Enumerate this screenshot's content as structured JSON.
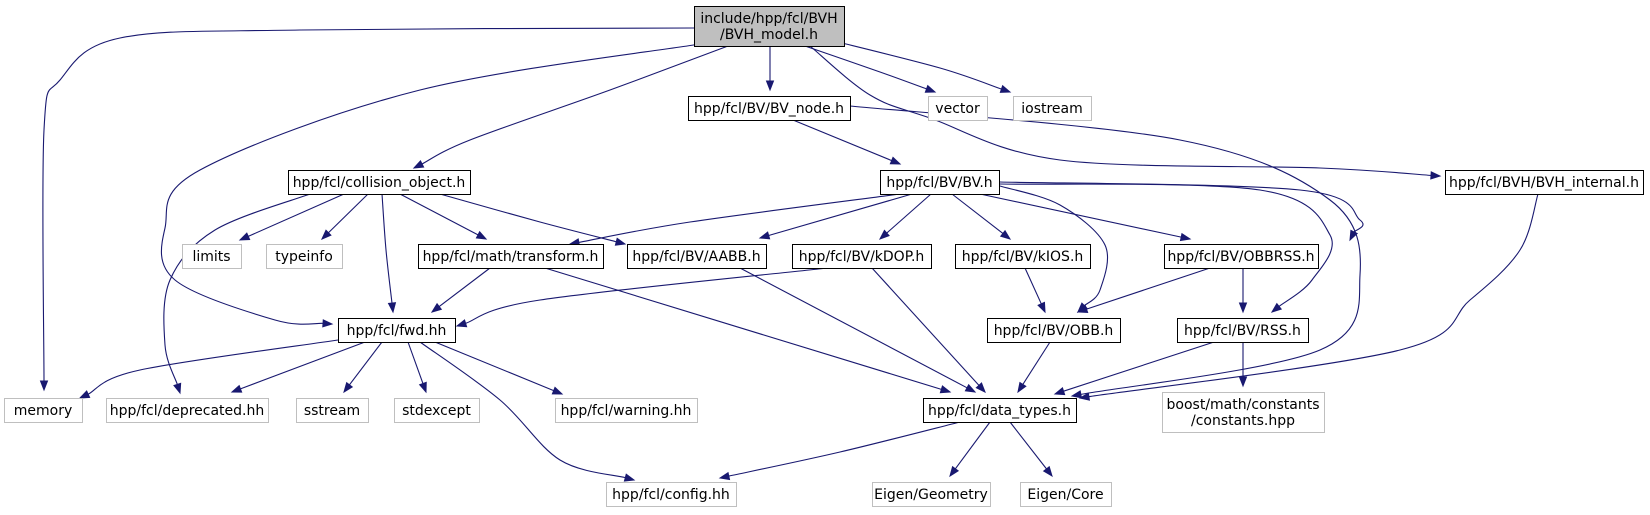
{
  "nodes": [
    {
      "id": "bvh_model",
      "lines": [
        "include/hpp/fcl/BVH",
        "/BVH_model.h"
      ],
      "kind": "root"
    },
    {
      "id": "bv_node",
      "lines": [
        "hpp/fcl/BV/BV_node.h"
      ],
      "kind": "local"
    },
    {
      "id": "vector",
      "lines": [
        "vector"
      ],
      "kind": "external"
    },
    {
      "id": "iostream",
      "lines": [
        "iostream"
      ],
      "kind": "external"
    },
    {
      "id": "collision_object",
      "lines": [
        "hpp/fcl/collision_object.h"
      ],
      "kind": "local"
    },
    {
      "id": "bv_h",
      "lines": [
        "hpp/fcl/BV/BV.h"
      ],
      "kind": "local"
    },
    {
      "id": "bvh_internal",
      "lines": [
        "hpp/fcl/BVH/BVH_internal.h"
      ],
      "kind": "local"
    },
    {
      "id": "limits",
      "lines": [
        "limits"
      ],
      "kind": "external"
    },
    {
      "id": "typeinfo",
      "lines": [
        "typeinfo"
      ],
      "kind": "external"
    },
    {
      "id": "transform",
      "lines": [
        "hpp/fcl/math/transform.h"
      ],
      "kind": "local"
    },
    {
      "id": "aabb",
      "lines": [
        "hpp/fcl/BV/AABB.h"
      ],
      "kind": "local"
    },
    {
      "id": "kdop",
      "lines": [
        "hpp/fcl/BV/kDOP.h"
      ],
      "kind": "local"
    },
    {
      "id": "kios",
      "lines": [
        "hpp/fcl/BV/kIOS.h"
      ],
      "kind": "local"
    },
    {
      "id": "obbrss",
      "lines": [
        "hpp/fcl/BV/OBBRSS.h"
      ],
      "kind": "local"
    },
    {
      "id": "fwd",
      "lines": [
        "hpp/fcl/fwd.hh"
      ],
      "kind": "local"
    },
    {
      "id": "obb",
      "lines": [
        "hpp/fcl/BV/OBB.h"
      ],
      "kind": "local"
    },
    {
      "id": "rss",
      "lines": [
        "hpp/fcl/BV/RSS.h"
      ],
      "kind": "local"
    },
    {
      "id": "memory",
      "lines": [
        "memory"
      ],
      "kind": "external"
    },
    {
      "id": "deprecated",
      "lines": [
        "hpp/fcl/deprecated.hh"
      ],
      "kind": "external"
    },
    {
      "id": "sstream",
      "lines": [
        "sstream"
      ],
      "kind": "external"
    },
    {
      "id": "stdexcept",
      "lines": [
        "stdexcept"
      ],
      "kind": "external"
    },
    {
      "id": "warning",
      "lines": [
        "hpp/fcl/warning.hh"
      ],
      "kind": "external"
    },
    {
      "id": "data_types",
      "lines": [
        "hpp/fcl/data_types.h"
      ],
      "kind": "local"
    },
    {
      "id": "boost_constants",
      "lines": [
        "boost/math/constants",
        "/constants.hpp"
      ],
      "kind": "external"
    },
    {
      "id": "config",
      "lines": [
        "hpp/fcl/config.hh"
      ],
      "kind": "external"
    },
    {
      "id": "eigen_geometry",
      "lines": [
        "Eigen/Geometry"
      ],
      "kind": "external"
    },
    {
      "id": "eigen_core",
      "lines": [
        "Eigen/Core"
      ],
      "kind": "external"
    }
  ],
  "edges": [
    {
      "from": "bvh_model",
      "to": "memory"
    },
    {
      "from": "bvh_model",
      "to": "fwd"
    },
    {
      "from": "bvh_model",
      "to": "collision_object"
    },
    {
      "from": "bvh_model",
      "to": "bv_node"
    },
    {
      "from": "bvh_model",
      "to": "vector"
    },
    {
      "from": "bvh_model",
      "to": "iostream"
    },
    {
      "from": "bvh_model",
      "to": "bvh_internal"
    },
    {
      "from": "bv_node",
      "to": "bv_h"
    },
    {
      "from": "bv_node",
      "to": "data_types"
    },
    {
      "from": "collision_object",
      "to": "deprecated"
    },
    {
      "from": "collision_object",
      "to": "limits"
    },
    {
      "from": "collision_object",
      "to": "typeinfo"
    },
    {
      "from": "collision_object",
      "to": "fwd"
    },
    {
      "from": "collision_object",
      "to": "transform"
    },
    {
      "from": "collision_object",
      "to": "aabb"
    },
    {
      "from": "bv_h",
      "to": "transform"
    },
    {
      "from": "bv_h",
      "to": "aabb"
    },
    {
      "from": "bv_h",
      "to": "kdop"
    },
    {
      "from": "bv_h",
      "to": "kios"
    },
    {
      "from": "bv_h",
      "to": "obbrss"
    },
    {
      "from": "bv_h",
      "to": "obb"
    },
    {
      "from": "bv_h",
      "to": "rss"
    },
    {
      "from": "bv_h",
      "to": "data_types"
    },
    {
      "from": "bvh_internal",
      "to": "data_types"
    },
    {
      "from": "transform",
      "to": "fwd"
    },
    {
      "from": "transform",
      "to": "data_types"
    },
    {
      "from": "aabb",
      "to": "data_types"
    },
    {
      "from": "kdop",
      "to": "fwd"
    },
    {
      "from": "kdop",
      "to": "data_types"
    },
    {
      "from": "kios",
      "to": "obb"
    },
    {
      "from": "obbrss",
      "to": "obb"
    },
    {
      "from": "obbrss",
      "to": "rss"
    },
    {
      "from": "obb",
      "to": "data_types"
    },
    {
      "from": "rss",
      "to": "data_types"
    },
    {
      "from": "rss",
      "to": "boost_constants"
    },
    {
      "from": "fwd",
      "to": "memory"
    },
    {
      "from": "fwd",
      "to": "deprecated"
    },
    {
      "from": "fwd",
      "to": "sstream"
    },
    {
      "from": "fwd",
      "to": "stdexcept"
    },
    {
      "from": "fwd",
      "to": "warning"
    },
    {
      "from": "fwd",
      "to": "config"
    },
    {
      "from": "data_types",
      "to": "config"
    },
    {
      "from": "data_types",
      "to": "eigen_geometry"
    },
    {
      "from": "data_types",
      "to": "eigen_core"
    }
  ]
}
